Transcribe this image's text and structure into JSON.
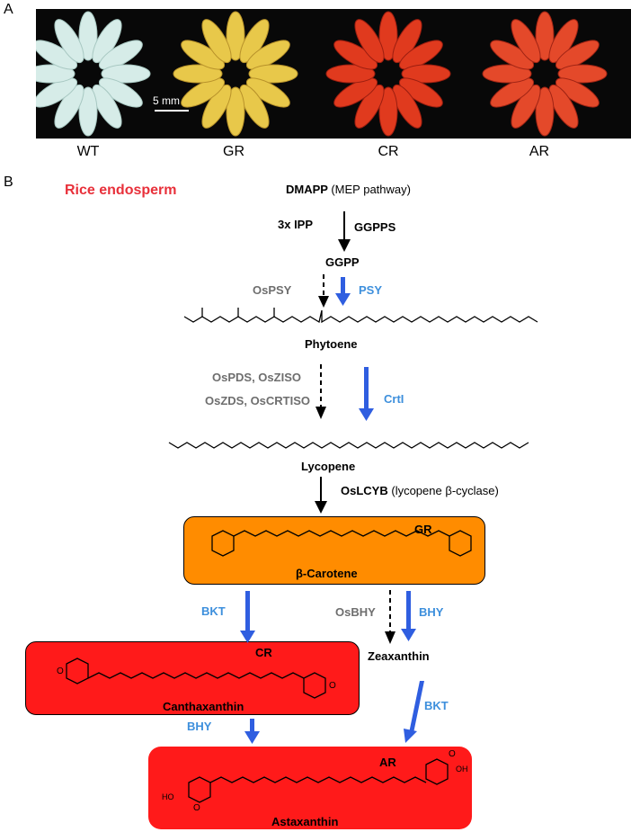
{
  "panel_a": {
    "label": "A",
    "scale_bar": "5 mm",
    "grains": [
      {
        "name": "WT",
        "color": "#d6ece8",
        "edge": "#a8c8c2"
      },
      {
        "name": "GR",
        "color": "#e8c84a",
        "edge": "#b8922a"
      },
      {
        "name": "CR",
        "color": "#e03a1e",
        "edge": "#9c1e10"
      },
      {
        "name": "AR",
        "color": "#e4492a",
        "edge": "#a02414"
      }
    ]
  },
  "panel_b": {
    "label": "B",
    "title": "Rice endosperm",
    "dmapp": "DMAPP",
    "dmapp_note": "(MEP pathway)",
    "ipp": "3x IPP",
    "ggpps": "GGPPS",
    "ggpp": "GGPP",
    "ospsy": "OsPSY",
    "psy": "PSY",
    "phytoene": "Phytoene",
    "ospds_ozziso": "OsPDS, OsZISO",
    "oszds_oscrtiso": "OsZDS, OsCRTISO",
    "crti": "CrtI",
    "lycopene": "Lycopene",
    "oslcyb": "OsLCYB",
    "oslcyb_note": "(lycopene β-cyclase)",
    "gr": "GR",
    "beta_carotene": "β-Carotene",
    "bkt_1": "BKT",
    "osbhy": "OsBHY",
    "bhy_1": "BHY",
    "zeaxanthin": "Zeaxanthin",
    "cr": "CR",
    "canthaxanthin": "Canthaxanthin",
    "bhy_2": "BHY",
    "bkt_2": "BKT",
    "ar": "AR",
    "astaxanthin": "Astaxanthin",
    "o1": "O",
    "o2": "O",
    "o3": "O",
    "o4": "O",
    "ho": "HO",
    "oh": "OH"
  },
  "colors": {
    "orange_box": "#ff8c00",
    "red_box": "#ff1a1a",
    "blue_arrow": "#2f5ee0",
    "gray_text": "#6e6e6e",
    "blue_text": "#3d8fdc",
    "red_title": "#e8303a"
  }
}
